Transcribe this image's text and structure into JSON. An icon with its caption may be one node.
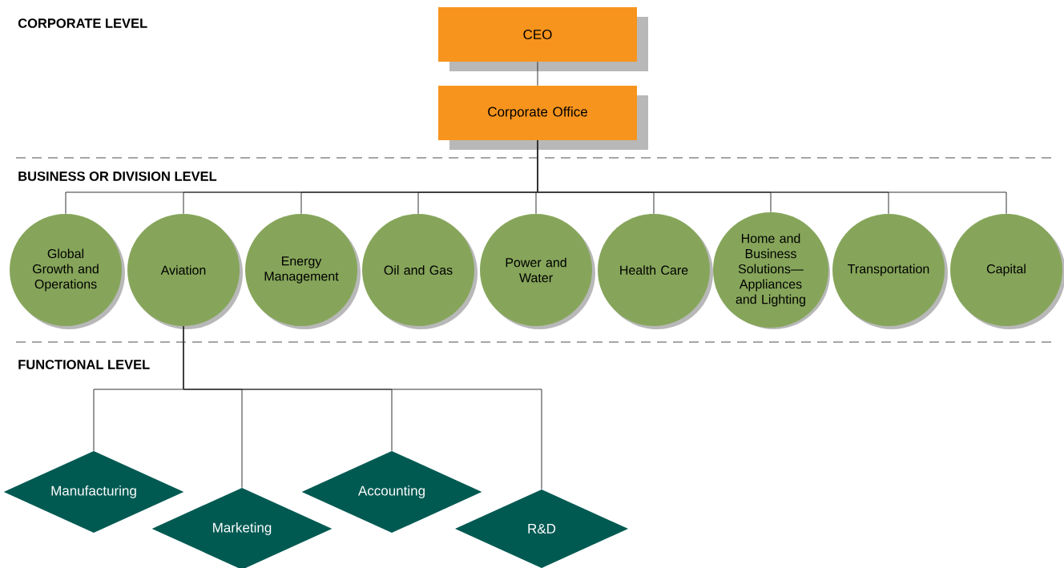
{
  "diagram": {
    "nodes": [
      {
        "text": [
          "CEO"
        ]
      },
      {
        "text": [
          "Corporate Office"
        ]
      },
      {
        "text": [
          "Global Growth and Operations"
        ]
      },
      {
        "text": [
          "Aviation"
        ]
      },
      {
        "text": [
          "Energy Management"
        ]
      },
      {
        "text": [
          "Oil and Gas"
        ]
      },
      {
        "text": [
          "Power and Water"
        ]
      },
      {
        "text": [
          "Health Care"
        ]
      },
      {
        "text": [
          "Home and Business Solutions— Appliances and Lighting"
        ]
      },
      {
        "text": [
          "Transportation"
        ]
      },
      {
        "text": [
          "Capital"
        ]
      },
      {
        "text": [
          "Manufacturing"
        ]
      },
      {
        "text": [
          "Marketing"
        ]
      },
      {
        "text": [
          "Accounting"
        ]
      },
      {
        "text": [
          "R&D"
        ]
      }
    ],
    "edges": [
      {
        "from": 0,
        "to": 1,
        "arrow": "none"
      },
      {
        "from": 1,
        "to": 2,
        "arrow": "none"
      },
      {
        "from": 1,
        "to": 3,
        "arrow": "none"
      },
      {
        "from": 1,
        "to": 4,
        "arrow": "none"
      },
      {
        "from": 1,
        "to": 5,
        "arrow": "none"
      },
      {
        "from": 1,
        "to": 6,
        "arrow": "none"
      },
      {
        "from": 1,
        "to": 7,
        "arrow": "none"
      },
      {
        "from": 1,
        "to": 8,
        "arrow": "none"
      },
      {
        "from": 1,
        "to": 9,
        "arrow": "none"
      },
      {
        "from": 1,
        "to": 10,
        "arrow": "none"
      },
      {
        "from": 3,
        "to": 11,
        "arrow": "none"
      },
      {
        "from": 3,
        "to": 12,
        "arrow": "none"
      },
      {
        "from": 3,
        "to": 13,
        "arrow": "none"
      },
      {
        "from": 3,
        "to": 14,
        "arrow": "none"
      }
    ],
    "labels": [
      "CORPORATE LEVEL",
      "BUSINESS OR DIVISION LEVEL",
      "FUNCTIONAL LEVEL"
    ]
  }
}
